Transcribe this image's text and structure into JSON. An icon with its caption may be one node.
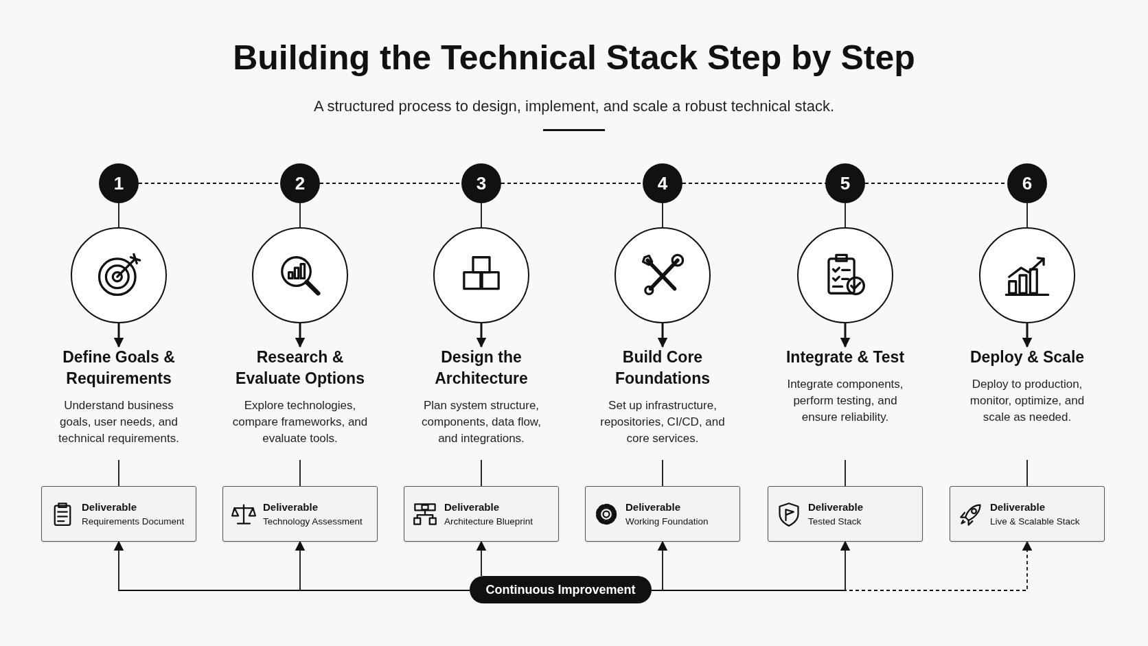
{
  "diagram": {
    "title": "Building the Technical Stack Step by Step",
    "nodes": [
      {
        "text": [
          "1"
        ]
      },
      {
        "text": [],
        "shape": "circle"
      },
      {
        "text": [
          "Define Goals & Requirements",
          "Understand business goals, user needs, and technical requirements."
        ]
      },
      {
        "text": [
          "Deliverable",
          "Requirements Document"
        ]
      },
      {
        "text": [
          "2"
        ]
      },
      {
        "text": [],
        "shape": "circle"
      },
      {
        "text": [
          "Research & Evaluate Options",
          "Explore technologies, compare frameworks, and evaluate tools."
        ]
      },
      {
        "text": [
          "Deliverable",
          "Technology Assessment"
        ]
      },
      {
        "text": [
          "3"
        ]
      },
      {
        "text": [],
        "shape": "circle"
      },
      {
        "text": [
          "Design the Architecture",
          "Plan system structure, components, data flow, and integrations."
        ]
      },
      {
        "text": [
          "Deliverable",
          "Architecture Blueprint"
        ]
      },
      {
        "text": [
          "4"
        ]
      },
      {
        "text": [],
        "shape": "circle"
      },
      {
        "text": [
          "Build Core Foundations",
          "Set up infrastructure, repositories, CI/CD, and core services."
        ]
      },
      {
        "text": [
          "Deliverable",
          "Working Foundation"
        ]
      },
      {
        "text": [
          "5"
        ]
      },
      {
        "text": [],
        "shape": "circle"
      },
      {
        "text": [
          "Integrate & Test",
          "Integrate components, perform testing, and ensure reliability."
        ]
      },
      {
        "text": [
          "Deliverable",
          "Tested Stack"
        ]
      },
      {
        "text": [
          "6"
        ]
      },
      {
        "text": [],
        "shape": "circle"
      },
      {
        "text": [
          "Deploy & Scale",
          "Deploy to production, monitor, optimize, and scale as needed."
        ]
      },
      {
        "text": [
          "Deliverable",
          "Live & Scalable Stack"
        ]
      },
      {
        "text": [
          "Continuous Improvement"
        ]
      }
    ],
    "edges": [
      {
        "from": 0,
        "to": 4,
        "arrow": "none",
        "style": "dashed"
      },
      {
        "from": 4,
        "to": 8,
        "arrow": "none",
        "style": "dashed"
      },
      {
        "from": 8,
        "to": 12,
        "arrow": "none",
        "style": "dashed"
      },
      {
        "from": 12,
        "to": 16,
        "arrow": "none",
        "style": "dashed"
      },
      {
        "from": 16,
        "to": 20,
        "arrow": "none",
        "style": "dashed"
      },
      {
        "from": 0,
        "to": 1,
        "arrow": "none"
      },
      {
        "from": 1,
        "to": 2,
        "arrow": "to"
      },
      {
        "from": 2,
        "to": 3,
        "arrow": "none"
      },
      {
        "from": 4,
        "to": 5,
        "arrow": "none"
      },
      {
        "from": 5,
        "to": 6,
        "arrow": "to"
      },
      {
        "from": 6,
        "to": 7,
        "arrow": "none"
      },
      {
        "from": 8,
        "to": 9,
        "arrow": "none"
      },
      {
        "from": 9,
        "to": 10,
        "arrow": "to"
      },
      {
        "from": 10,
        "to": 11,
        "arrow": "none"
      },
      {
        "from": 12,
        "to": 13,
        "arrow": "none"
      },
      {
        "from": 13,
        "to": 14,
        "arrow": "to"
      },
      {
        "from": 14,
        "to": 15,
        "arrow": "none"
      },
      {
        "from": 16,
        "to": 17,
        "arrow": "none"
      },
      {
        "from": 17,
        "to": 18,
        "arrow": "to"
      },
      {
        "from": 18,
        "to": 19,
        "arrow": "none"
      },
      {
        "from": 20,
        "to": 21,
        "arrow": "none"
      },
      {
        "from": 21,
        "to": 22,
        "arrow": "to"
      },
      {
        "from": 22,
        "to": 23,
        "arrow": "none"
      },
      {
        "from": 24,
        "to": 3,
        "arrow": "to"
      },
      {
        "from": 24,
        "to": 7,
        "arrow": "to"
      },
      {
        "from": 24,
        "to": 11,
        "arrow": "to"
      },
      {
        "from": 24,
        "to": 15,
        "arrow": "to"
      },
      {
        "from": 24,
        "to": 19,
        "arrow": "to"
      },
      {
        "from": 24,
        "to": 23,
        "arrow": "to",
        "style": "dashed"
      }
    ],
    "labels": [
      "A structured process to design, implement, and scale a robust technical stack."
    ]
  }
}
